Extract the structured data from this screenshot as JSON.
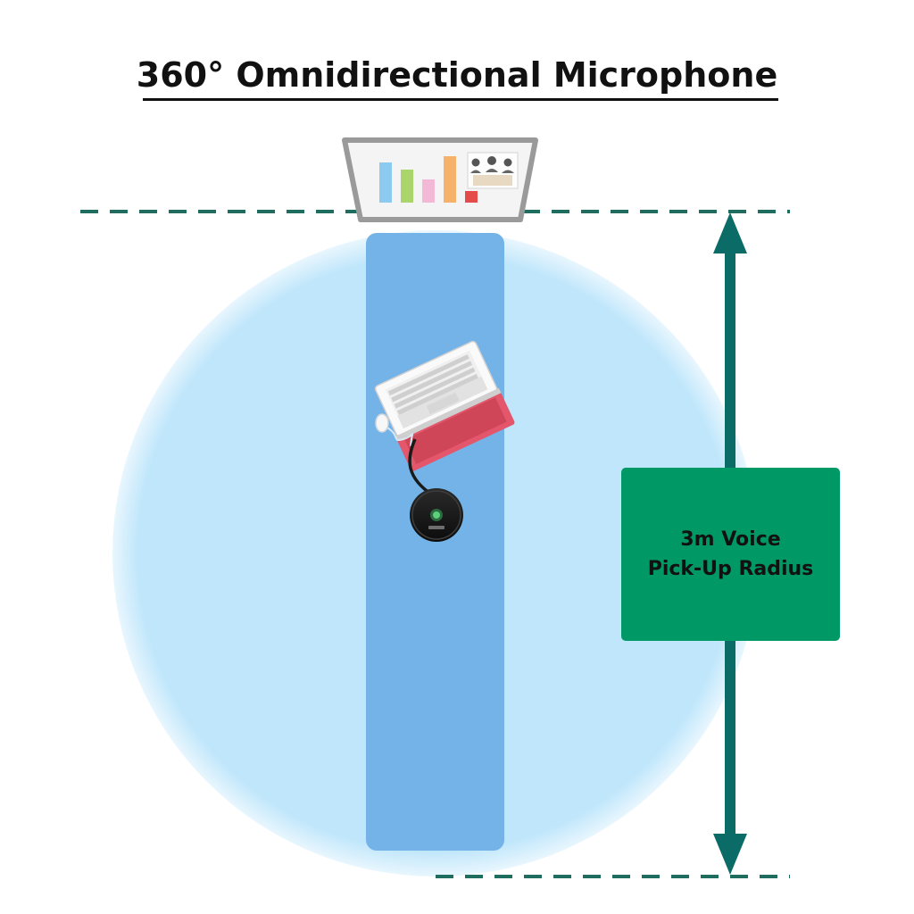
{
  "title": "360° Omnidirectional Microphone",
  "radius_label": {
    "line1": "3m Voice",
    "line2": "Pick-Up Radius"
  },
  "icons": [
    "tv-screen-icon",
    "laptop-icon",
    "mouse-icon",
    "speakerphone-icon",
    "double-arrow-icon"
  ],
  "colors": {
    "pickup_zone": "#bfe6fb",
    "table": "#74b3e8",
    "arrow": "#0a6b67",
    "dashed_line": "#1e6d5e",
    "label_box": "#009966",
    "laptop_keyboard_red": "#e3566b"
  }
}
